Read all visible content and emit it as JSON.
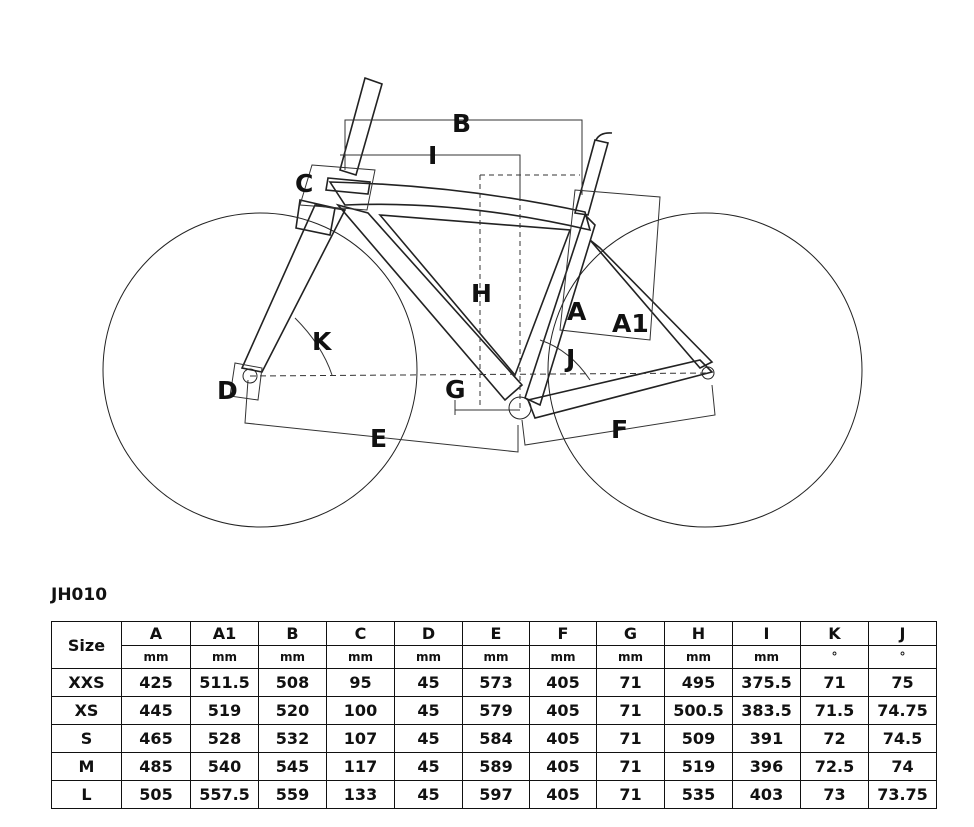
{
  "diagram": {
    "labels": {
      "A": "A",
      "A1": "A1",
      "B": "B",
      "C": "C",
      "D": "D",
      "E": "E",
      "F": "F",
      "G": "G",
      "H": "H",
      "I": "I",
      "J": "J",
      "K": "K"
    }
  },
  "model_name": "JH010",
  "table": {
    "size_header": "Size",
    "columns": [
      "A",
      "A1",
      "B",
      "C",
      "D",
      "E",
      "F",
      "G",
      "H",
      "I",
      "K",
      "J"
    ],
    "units": [
      "mm",
      "mm",
      "mm",
      "mm",
      "mm",
      "mm",
      "mm",
      "mm",
      "mm",
      "mm",
      "°",
      "°"
    ],
    "rows": [
      {
        "size": "XXS",
        "values": [
          "425",
          "511.5",
          "508",
          "95",
          "45",
          "573",
          "405",
          "71",
          "495",
          "375.5",
          "71",
          "75"
        ]
      },
      {
        "size": "XS",
        "values": [
          "445",
          "519",
          "520",
          "100",
          "45",
          "579",
          "405",
          "71",
          "500.5",
          "383.5",
          "71.5",
          "74.75"
        ]
      },
      {
        "size": "S",
        "values": [
          "465",
          "528",
          "532",
          "107",
          "45",
          "584",
          "405",
          "71",
          "509",
          "391",
          "72",
          "74.5"
        ]
      },
      {
        "size": "M",
        "values": [
          "485",
          "540",
          "545",
          "117",
          "45",
          "589",
          "405",
          "71",
          "519",
          "396",
          "72.5",
          "74"
        ]
      },
      {
        "size": "L",
        "values": [
          "505",
          "557.5",
          "559",
          "133",
          "45",
          "597",
          "405",
          "71",
          "535",
          "403",
          "73",
          "73.75"
        ]
      }
    ]
  }
}
